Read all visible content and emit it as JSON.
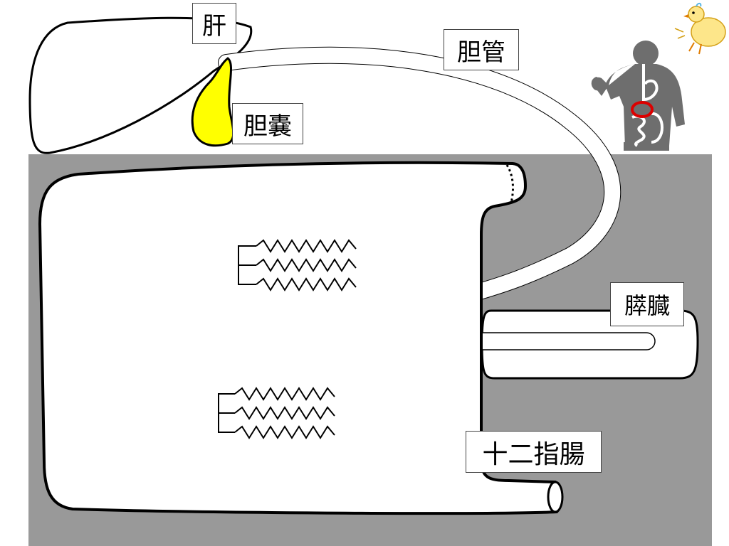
{
  "labels": {
    "liver": "肝",
    "bile_duct": "胆管",
    "gallbladder": "胆嚢",
    "pancreas": "膵臓",
    "duodenum": "十二指腸"
  },
  "colors": {
    "background_panel": "#999999",
    "gallbladder_fill": "#ffff00",
    "outline": "#000000",
    "organ_fill": "#ffffff",
    "highlight_ring": "#dd0000",
    "silhouette": "#6e6e6e"
  },
  "icons": [
    "chick-icon",
    "human-body-icon"
  ]
}
